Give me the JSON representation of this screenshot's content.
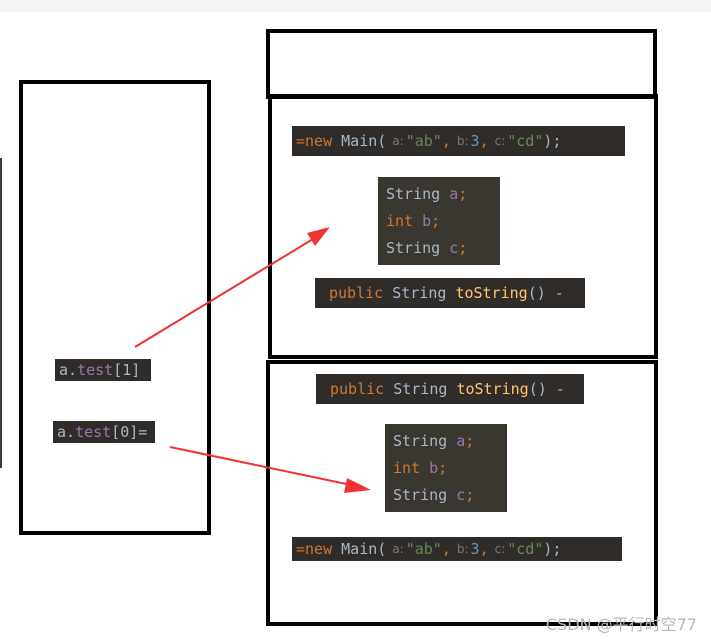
{
  "constructor_call": {
    "prefix": "=new ",
    "class_name": "Main",
    "open": "(",
    "hint_a": "a:",
    "val_a": "\"ab\"",
    "comma1": ",",
    "hint_b": "b:",
    "val_b": "3",
    "comma2": ",",
    "hint_c": "c:",
    "val_c": "\"cd\"",
    "close": ");"
  },
  "fields": [
    {
      "type": "String",
      "name": "a",
      "end": ";"
    },
    {
      "type": "int",
      "name": "b",
      "end": ";"
    },
    {
      "type": "String",
      "name": "c",
      "end": ";"
    }
  ],
  "to_string": {
    "modifier": "public",
    "type": "String",
    "name": "toString",
    "parens": "()",
    "tail": " -"
  },
  "array_refs": {
    "first": {
      "var": "a",
      "dot": ".",
      "member": "test",
      "index": "[1]",
      "tail": ""
    },
    "second": {
      "var": "a",
      "dot": ".",
      "member": "test",
      "index": "[0]",
      "tail": "="
    }
  },
  "colors": {
    "arrow": "#f03232",
    "border": "#000000",
    "code_bg": "#2f2c29"
  },
  "watermark": "CSDN @平行时空77"
}
